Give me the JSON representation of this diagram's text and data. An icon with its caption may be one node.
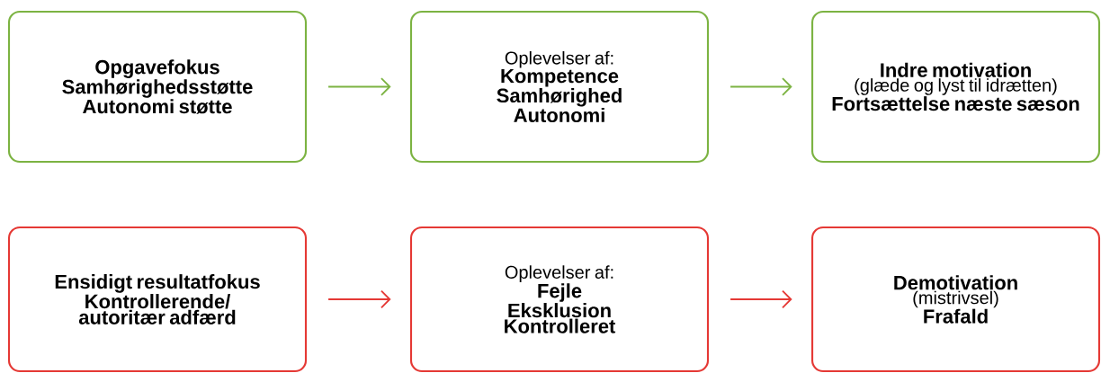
{
  "diagram": {
    "nodes": [
      {
        "text": [
          "Opgavefokus",
          "Samhørighedsstøtte",
          "Autonomi støtte"
        ]
      },
      {
        "text": [
          "Oplevelser af:",
          "Kompetence",
          "Samhørighed",
          "Autonomi"
        ]
      },
      {
        "text": [
          "Indre motivation",
          "(glæde og lyst til idrætten)",
          "Fortsættelse næste sæson"
        ]
      },
      {
        "text": [
          "Ensidigt resultatfokus",
          "Kontrollerende/ autoritær adfærd"
        ]
      },
      {
        "text": [
          "Oplevelser af:",
          "Fejle",
          "Eksklusion",
          "Kontrolleret"
        ]
      },
      {
        "text": [
          "Demotivation",
          "(mistrivsel)",
          "Frafald"
        ]
      }
    ],
    "edges": [
      {
        "from": 0,
        "to": 1,
        "arrow": "to",
        "color": "#7cb342"
      },
      {
        "from": 1,
        "to": 2,
        "arrow": "to",
        "color": "#7cb342"
      },
      {
        "from": 3,
        "to": 4,
        "arrow": "to",
        "color": "#e53935"
      },
      {
        "from": 4,
        "to": 5,
        "arrow": "to",
        "color": "#e53935"
      }
    ]
  }
}
